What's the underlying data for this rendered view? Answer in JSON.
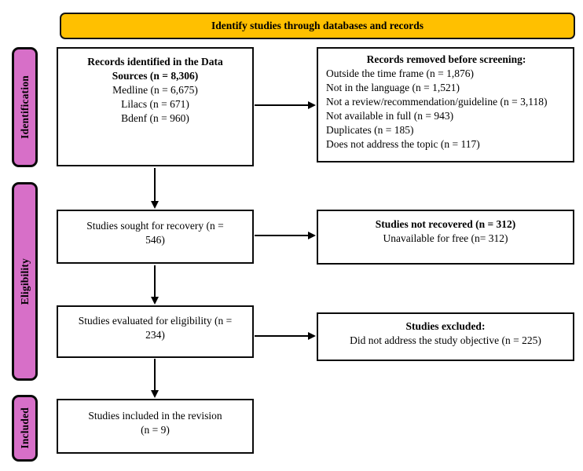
{
  "colors": {
    "banner_bg": "#FFC000",
    "stage_bg": "#D76FC8",
    "box_border": "#000000"
  },
  "banner": {
    "title": "Identify studies through databases and records"
  },
  "stages": {
    "identification": "Identification",
    "eligibility": "Eligibility",
    "included": "Included"
  },
  "flow": {
    "identified": {
      "heading": "Records identified in the Data Sources (n = 8,306)",
      "lines": [
        "Medline (n = 6,675)",
        "Lilacs (n = 671)",
        "Bdenf (n = 960)"
      ]
    },
    "removed": {
      "heading": "Records removed before screening:",
      "lines": [
        "Outside the time frame (n = 1,876)",
        "Not in the language (n = 1,521)",
        "Not a review/recommendation/guideline (n = 3,118)",
        "Not available in full (n = 943)",
        "Duplicates (n = 185)",
        "Does not address the topic (n = 117)"
      ]
    },
    "sought": {
      "text": "Studies sought for recovery (n = 546)"
    },
    "not_recovered": {
      "heading": "Studies not recovered (n = 312)",
      "line": "Unavailable for free (n= 312)"
    },
    "evaluated": {
      "text": "Studies evaluated for eligibility (n = 234)"
    },
    "excluded": {
      "heading": "Studies excluded:",
      "line": "Did not address the study objective (n = 225)"
    },
    "included": {
      "lines": [
        "Studies included in the revision",
        "(n = 9)"
      ]
    }
  }
}
